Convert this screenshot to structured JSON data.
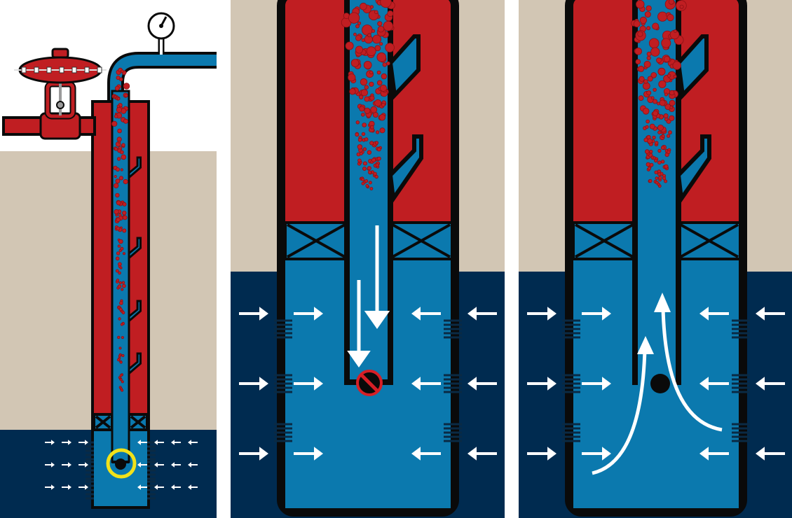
{
  "colors": {
    "background_white": "#ffffff",
    "soil_beige": "#d2c6b4",
    "reservoir_navy": "#002b50",
    "casing_red": "#c01e22",
    "fluid_blue": "#0b79ae",
    "outline_black": "#0a0a0a",
    "arrow_white": "#ffffff",
    "highlight_yellow": "#f1e21a",
    "blocked_red": "#d61f26"
  },
  "panels": [
    {
      "id": "overview",
      "elements": [
        "wellhead-valve-icon",
        "pressure-gauge-icon",
        "flowline",
        "casing",
        "tubing",
        "gas-bubbles",
        "gas-lift-valves",
        "packer",
        "perforations",
        "inflow-arrows",
        "check-valve-highlight-circle"
      ]
    },
    {
      "id": "check-valve-closed",
      "flow_direction": "down",
      "valve_state": "closed",
      "icons": [
        "blocked-icon"
      ]
    },
    {
      "id": "check-valve-open",
      "flow_direction": "up",
      "valve_state": "open",
      "icons": [
        "check-ball-icon"
      ]
    }
  ]
}
